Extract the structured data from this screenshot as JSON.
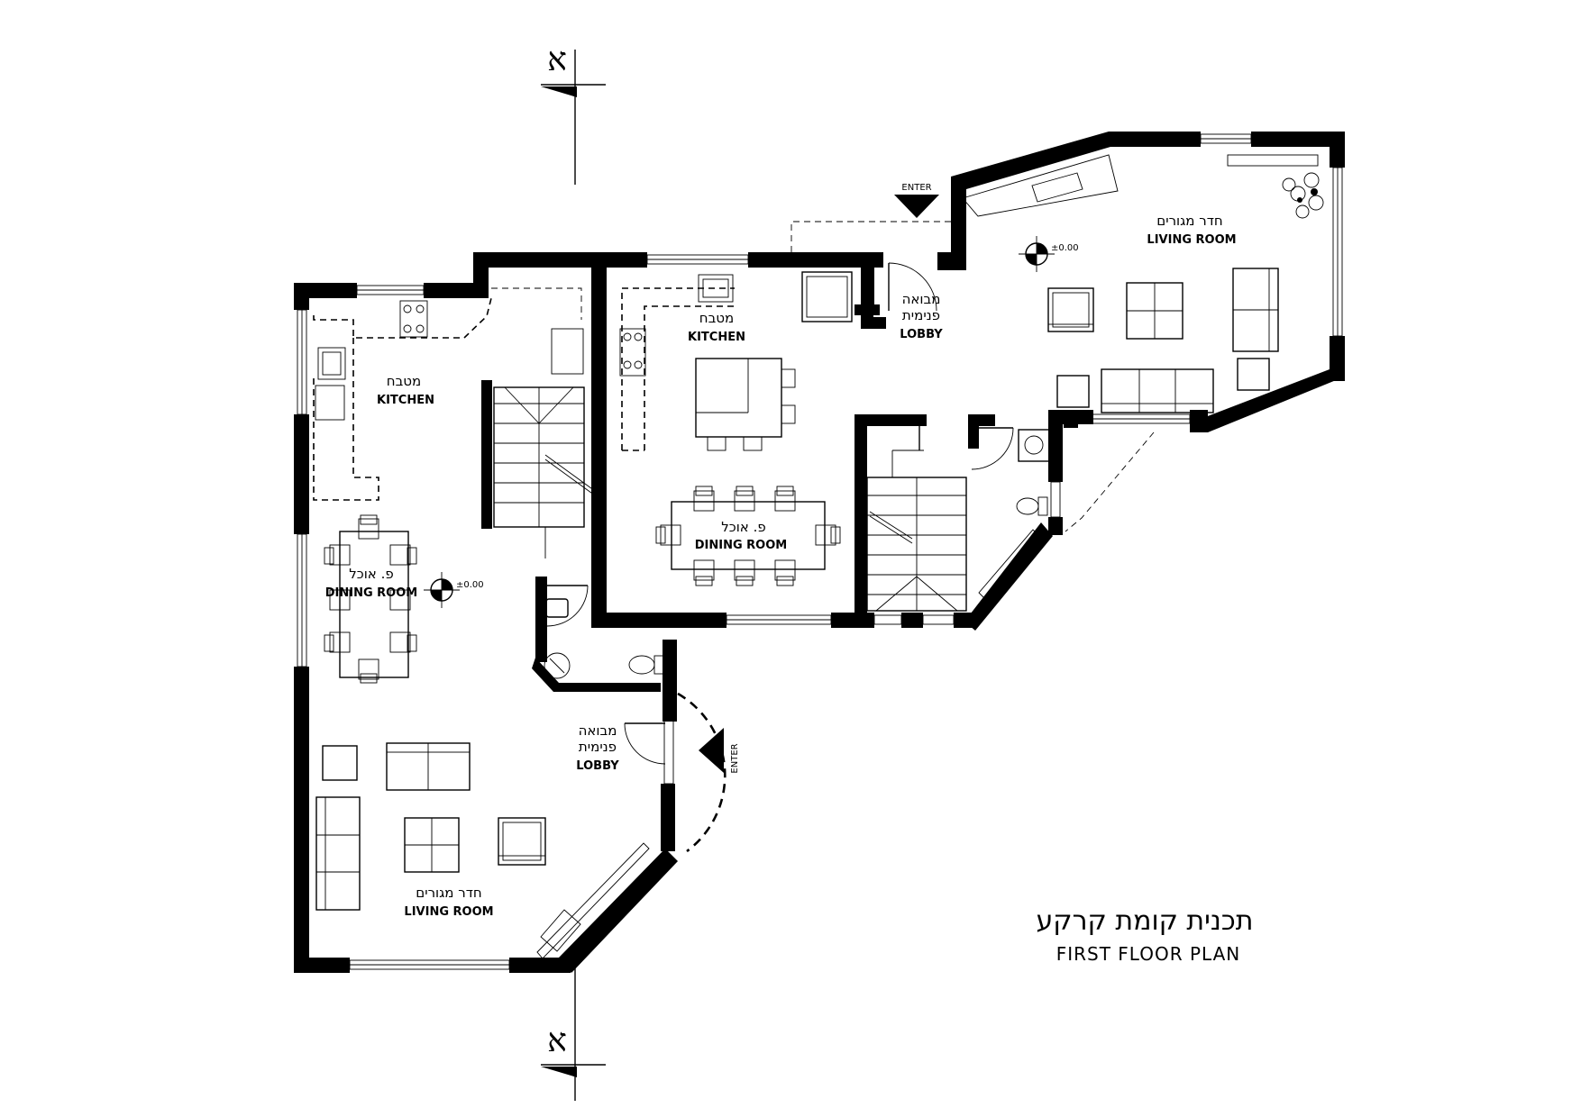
{
  "drawing": {
    "title_hebrew": "תכנית קומת קרקע",
    "title_english": "FIRST FLOOR PLAN"
  },
  "section_markers": {
    "top": "א",
    "bottom": "א"
  },
  "rooms": [
    {
      "id": "kitchen_left",
      "hebrew": "מטבח",
      "english": "KITCHEN"
    },
    {
      "id": "dining_left",
      "hebrew": "פ. אוכל",
      "english": "DINING ROOM"
    },
    {
      "id": "living_left",
      "hebrew": "חדר מגורים",
      "english": "LIVING ROOM"
    },
    {
      "id": "lobby_left",
      "hebrew_line1": "מבואה",
      "hebrew_line2": "פנימית",
      "english": "LOBBY"
    },
    {
      "id": "kitchen_mid",
      "hebrew": "מטבח",
      "english": "KITCHEN"
    },
    {
      "id": "dining_mid",
      "hebrew": "פ. אוכל",
      "english": "DINING ROOM"
    },
    {
      "id": "lobby_right",
      "hebrew_line1": "מבואה",
      "hebrew_line2": "פנימית",
      "english": "LOBBY"
    },
    {
      "id": "living_right",
      "hebrew": "חדר מגורים",
      "english": "LIVING ROOM"
    }
  ],
  "level_marks": {
    "left": "±0.00",
    "right": "±0.00"
  },
  "entrances": {
    "top": "ENTER",
    "side": "ENTER"
  }
}
